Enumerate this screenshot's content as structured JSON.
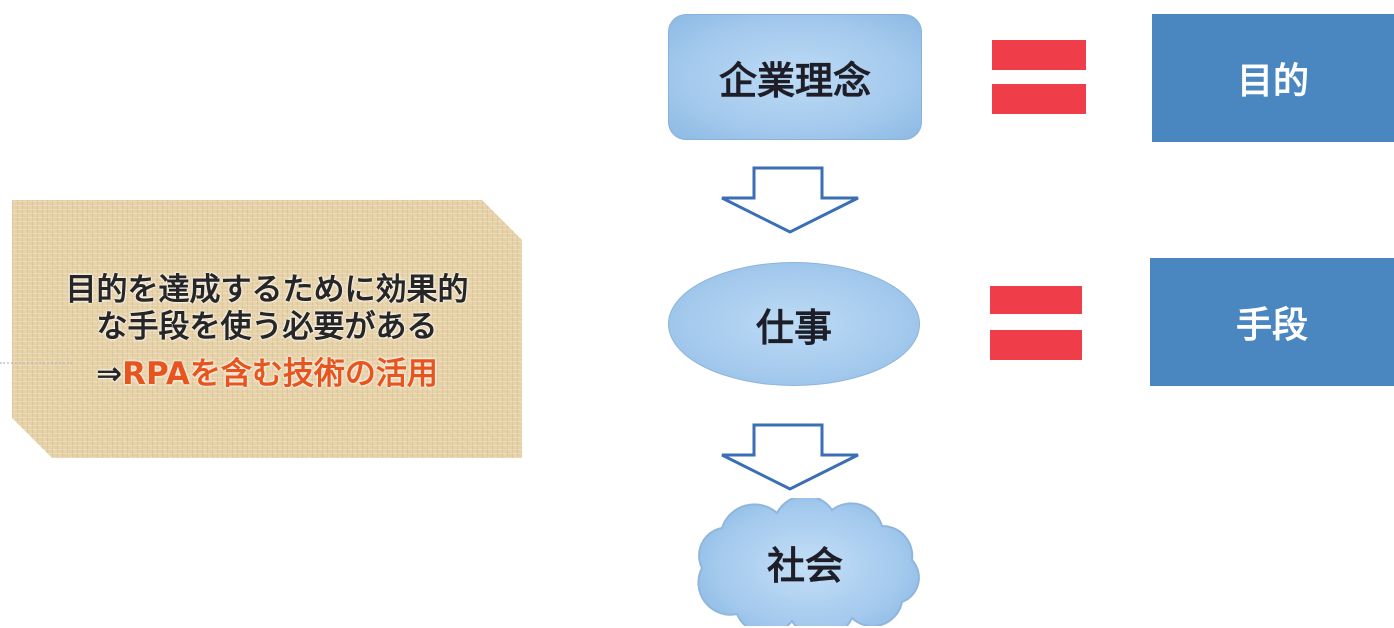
{
  "diagram": {
    "callout": {
      "line1": "目的を達成するために効果的",
      "line2": "な手段を使う必要がある",
      "line3_prefix": "⇒",
      "line3_highlight": "RPAを含む技術の活用"
    },
    "flow": {
      "top": "企業理念",
      "middle": "仕事",
      "bottom": "社会"
    },
    "equivalents": {
      "top": "目的",
      "middle": "手段"
    }
  },
  "colors": {
    "red": "#ef3e4a",
    "blue": "#4a86c0",
    "orange": "#e8541e",
    "beige": "#e6d1a6",
    "shape_blue": "#a9cdee"
  },
  "icons": {
    "flow_arrow": "down-arrow-icon",
    "equivalence": "equals-sign-icon"
  }
}
